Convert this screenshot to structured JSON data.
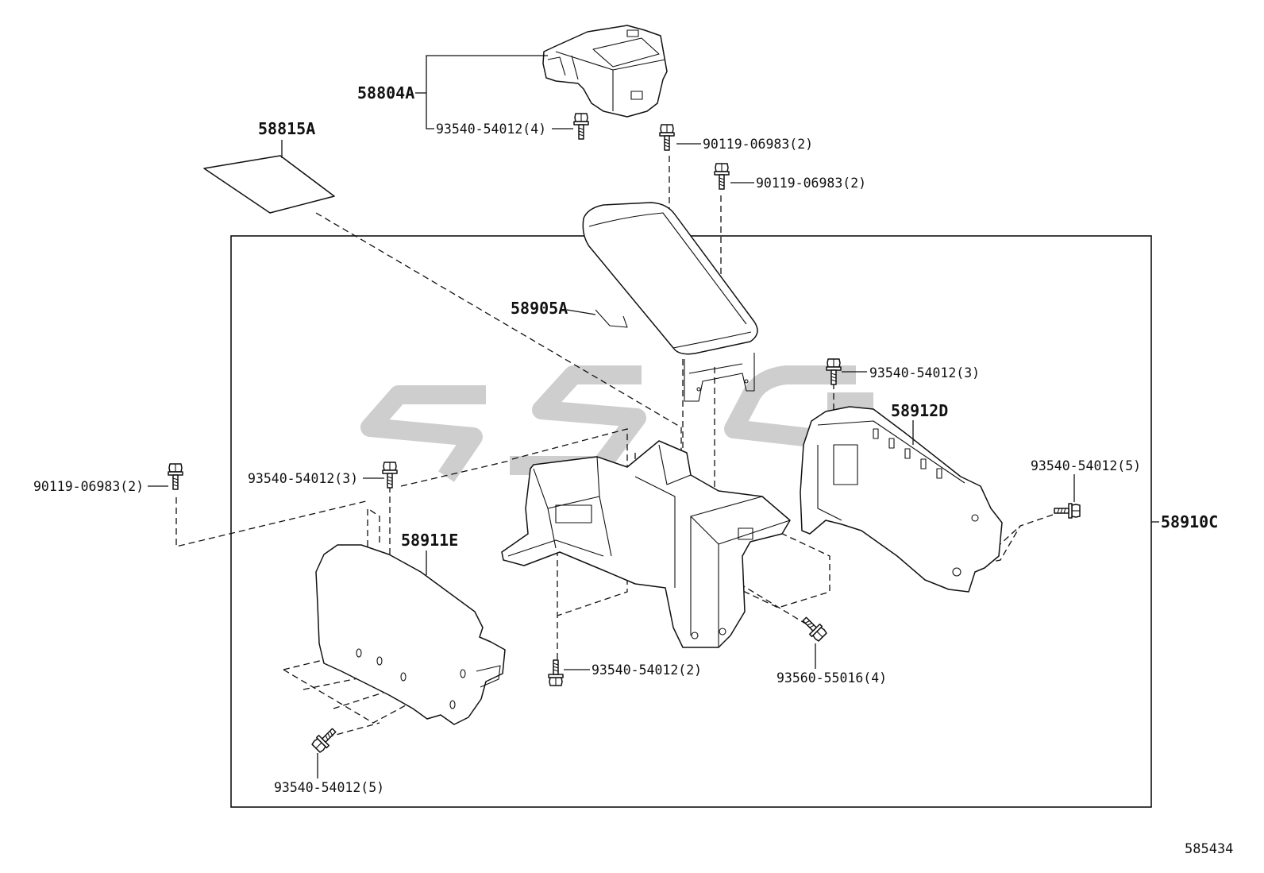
{
  "callouts": {
    "box_part": "58804A",
    "box_screw": "93540-54012(4)",
    "pad_part": "58815A",
    "lid_screw_a": "90119-06983(2)",
    "lid_screw_b": "90119-06983(2)",
    "lid_part": "58905A",
    "right_panel_screw_top": "93540-54012(3)",
    "right_panel_part": "58912D",
    "right_panel_screw_side": "93540-54012(5)",
    "console_assembly": "58910C",
    "left_screw_far": "90119-06983(2)",
    "left_panel_screw_top": "93540-54012(3)",
    "left_panel_part": "58911E",
    "center_screw_bottom": "93540-54012(2)",
    "center_bolt": "93560-55016(4)",
    "left_panel_screw_bottom": "93540-54012(5)"
  },
  "figure_number": "585434"
}
